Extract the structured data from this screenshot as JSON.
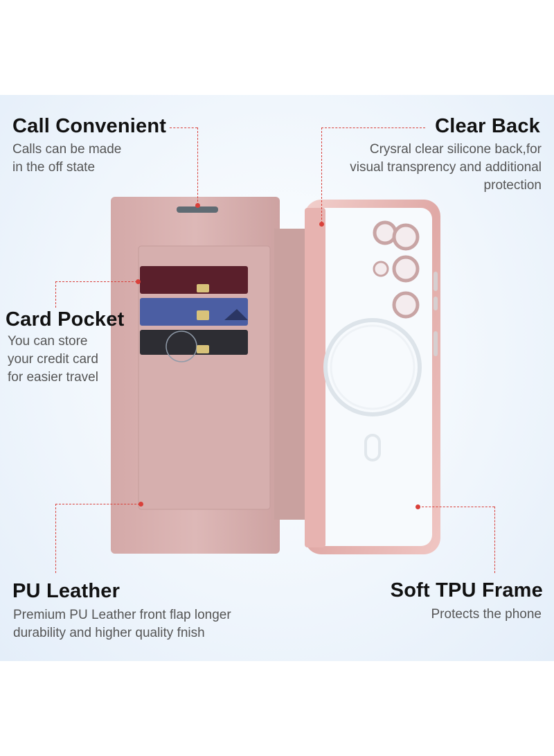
{
  "features": {
    "call": {
      "title": "Call Convenient",
      "line1": "Calls can be made",
      "line2": "in the off state"
    },
    "clear_back": {
      "title": "Clear Back",
      "line1": "Crysral clear silicone back,for",
      "line2": "visual transprency and additional",
      "line3": "protection"
    },
    "card_pocket": {
      "title": "Card Pocket",
      "line1": "You can store",
      "line2": "your credit card",
      "line3": "for easier travel"
    },
    "pu_leather": {
      "title": "PU Leather",
      "line1": "Premium PU Leather front flap longer",
      "line2": "durability and higher quality fnish"
    },
    "tpu_frame": {
      "title": "Soft TPU Frame",
      "line1": "Protects the phone"
    }
  },
  "colors": {
    "accent": "#d9403a",
    "leather": "#d9b3b3",
    "frame": "#e8b9b6"
  }
}
